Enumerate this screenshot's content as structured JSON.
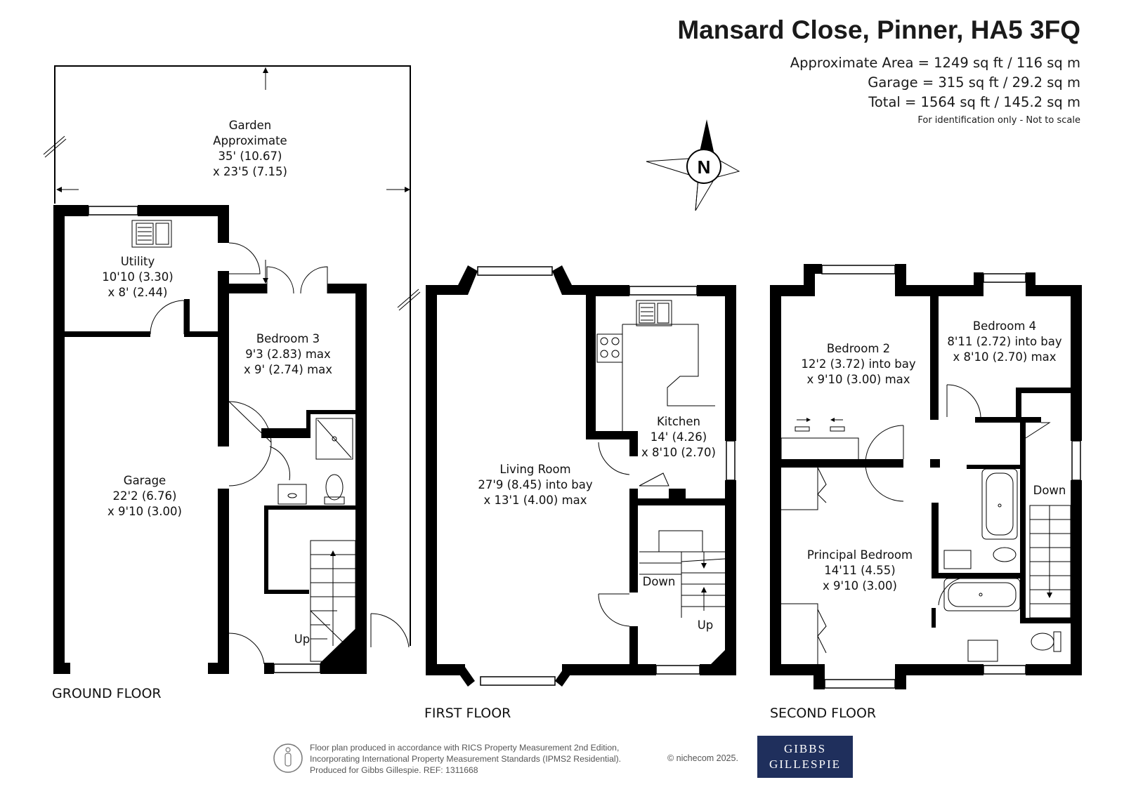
{
  "header": {
    "title": "Mansard Close, Pinner, HA5 3FQ",
    "area_approx": "Approximate Area = 1249 sq ft / 116 sq m",
    "area_garage": "Garage = 315 sq ft / 29.2 sq m",
    "area_total": "Total = 1564 sq ft / 145.2 sq m",
    "note": "For identification only - Not to scale"
  },
  "compass": {
    "label": "N",
    "icon": "compass-rose-icon"
  },
  "ground_floor": {
    "label": "GROUND FLOOR",
    "garden": [
      "Garden",
      "Approximate",
      "35' (10.67)",
      "x 23'5 (7.15)"
    ],
    "utility": [
      "Utility",
      "10'10 (3.30)",
      "x 8' (2.44)"
    ],
    "bedroom3": [
      "Bedroom 3",
      "9'3 (2.83) max",
      "x 9' (2.74) max"
    ],
    "garage": [
      "Garage",
      "22'2 (6.76)",
      "x 9'10 (3.00)"
    ],
    "stairs": "Up"
  },
  "first_floor": {
    "label": "FIRST FLOOR",
    "living": [
      "Living Room",
      "27'9 (8.45) into bay",
      "x 13'1 (4.00) max"
    ],
    "kitchen": [
      "Kitchen",
      "14' (4.26)",
      "x 8'10 (2.70)"
    ],
    "stairs_down": "Down",
    "stairs_up": "Up"
  },
  "second_floor": {
    "label": "SECOND FLOOR",
    "bedroom2": [
      "Bedroom 2",
      "12'2 (3.72) into bay",
      "x 9'10 (3.00) max"
    ],
    "bedroom4": [
      "Bedroom 4",
      "8'11 (2.72) into bay",
      "x 8'10 (2.70) max"
    ],
    "principal": [
      "Principal Bedroom",
      "14'11 (4.55)",
      "x 9'10 (3.00)"
    ],
    "stairs_down": "Down"
  },
  "footer": {
    "line1": "Floor plan produced in accordance with RICS Property Measurement 2nd Edition,",
    "line2": "Incorporating International Property Measurement Standards (IPMS2 Residential).",
    "line3": "Produced for Gibbs Gillespie.   REF:  1311668",
    "copyright": "© nichecom 2025.",
    "brand_line1": "GIBBS",
    "brand_line2": "GILLESPIE"
  }
}
